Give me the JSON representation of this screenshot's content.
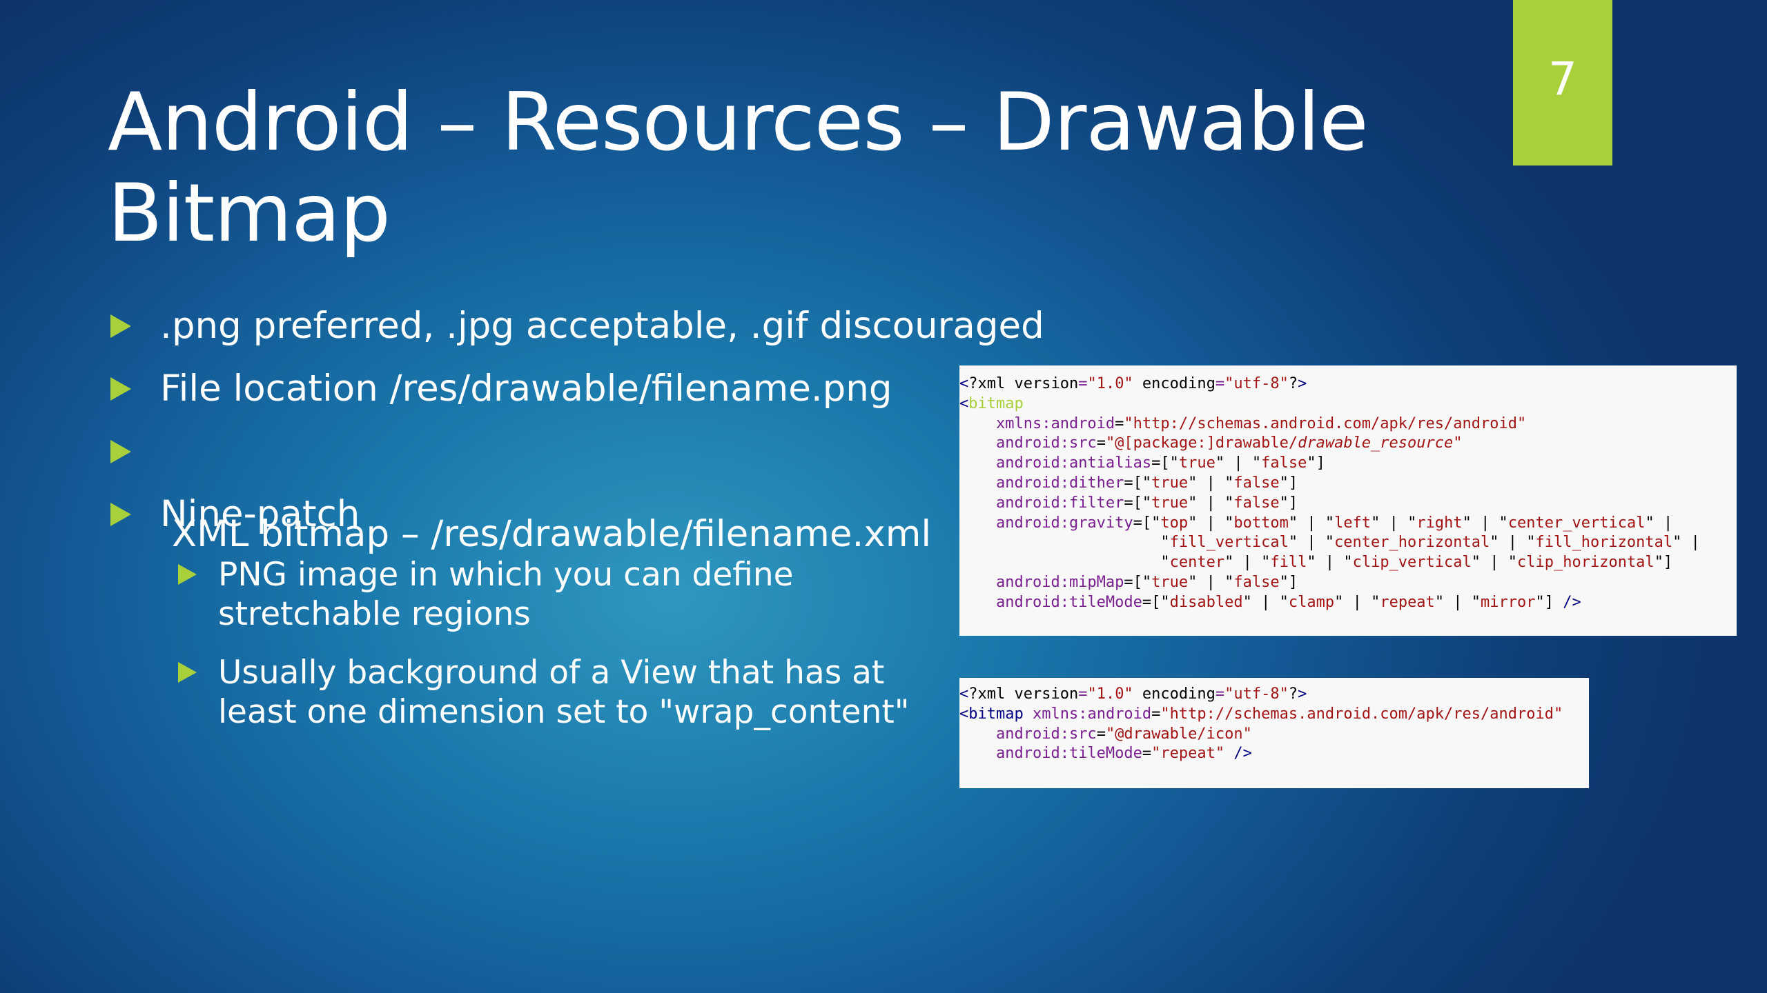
{
  "slide": {
    "page_number": "7",
    "title_lines": [
      "Android – Resources – Drawable",
      "Bitmap"
    ]
  },
  "bullets": [
    {
      "level": 1,
      "lines": [
        ".png preferred, .jpg acceptable, .gif discouraged"
      ]
    },
    {
      "level": 1,
      "lines": [
        "File location /res/drawable/filename.png"
      ]
    },
    {
      "level": 1,
      "lines": [
        " XML bitmap – /res/drawable/filename.xml"
      ]
    },
    {
      "level": 1,
      "lines": [
        "Nine-patch"
      ]
    },
    {
      "level": 2,
      "lines": [
        "PNG image in which you can define",
        "stretchable regions"
      ]
    },
    {
      "level": 2,
      "lines": [
        "Usually background of a View that has at",
        "least one dimension set to \"wrap_content\""
      ]
    }
  ],
  "code_snippets": [
    {
      "lines": [
        [
          [
            "ang",
            "<"
          ],
          [
            "punct",
            "?xml version"
          ],
          [
            "attr",
            "="
          ],
          [
            "str",
            "\"1.0\""
          ],
          [
            "punct",
            " encoding"
          ],
          [
            "attr",
            "="
          ],
          [
            "str",
            "\"utf-8\""
          ],
          [
            "punct",
            "?"
          ],
          [
            "ang",
            ">"
          ]
        ],
        [
          [
            "ang",
            "<"
          ],
          [
            "taghl",
            "bitmap"
          ]
        ],
        [
          [
            "punct",
            "    "
          ],
          [
            "attr",
            "xmlns:android"
          ],
          [
            "punct",
            "="
          ],
          [
            "str",
            "\"http://schemas.android.com/apk/res/android\""
          ]
        ],
        [
          [
            "punct",
            "    "
          ],
          [
            "attr",
            "android:src"
          ],
          [
            "punct",
            "="
          ],
          [
            "str",
            "\"@[package:]drawable/"
          ],
          [
            "ital",
            "drawable_resource"
          ],
          [
            "str",
            "\""
          ]
        ],
        [
          [
            "punct",
            "    "
          ],
          [
            "attr",
            "android:antialias"
          ],
          [
            "punct",
            "=[\""
          ],
          [
            "str",
            "true"
          ],
          [
            "punct",
            "\" | \""
          ],
          [
            "str",
            "false"
          ],
          [
            "punct",
            "\"]"
          ]
        ],
        [
          [
            "punct",
            "    "
          ],
          [
            "attr",
            "android:dither"
          ],
          [
            "punct",
            "=[\""
          ],
          [
            "str",
            "true"
          ],
          [
            "punct",
            "\" | \""
          ],
          [
            "str",
            "false"
          ],
          [
            "punct",
            "\"]"
          ]
        ],
        [
          [
            "punct",
            "    "
          ],
          [
            "attr",
            "android:filter"
          ],
          [
            "punct",
            "=[\""
          ],
          [
            "str",
            "true"
          ],
          [
            "punct",
            "\" | \""
          ],
          [
            "str",
            "false"
          ],
          [
            "punct",
            "\"]"
          ]
        ],
        [
          [
            "punct",
            "    "
          ],
          [
            "attr",
            "android:gravity"
          ],
          [
            "punct",
            "=[\""
          ],
          [
            "str",
            "top"
          ],
          [
            "punct",
            "\" | \""
          ],
          [
            "str",
            "bottom"
          ],
          [
            "punct",
            "\" | \""
          ],
          [
            "str",
            "left"
          ],
          [
            "punct",
            "\" | \""
          ],
          [
            "str",
            "right"
          ],
          [
            "punct",
            "\" | \""
          ],
          [
            "str",
            "center_vertical"
          ],
          [
            "punct",
            "\" |"
          ]
        ],
        [
          [
            "punct",
            "                      \""
          ],
          [
            "str",
            "fill_vertical"
          ],
          [
            "punct",
            "\" | \""
          ],
          [
            "str",
            "center_horizontal"
          ],
          [
            "punct",
            "\" | \""
          ],
          [
            "str",
            "fill_horizontal"
          ],
          [
            "punct",
            "\" |"
          ]
        ],
        [
          [
            "punct",
            "                      \""
          ],
          [
            "str",
            "center"
          ],
          [
            "punct",
            "\" | \""
          ],
          [
            "str",
            "fill"
          ],
          [
            "punct",
            "\" | \""
          ],
          [
            "str",
            "clip_vertical"
          ],
          [
            "punct",
            "\" | \""
          ],
          [
            "str",
            "clip_horizontal"
          ],
          [
            "punct",
            "\"]"
          ]
        ],
        [
          [
            "punct",
            "    "
          ],
          [
            "attr",
            "android:mipMap"
          ],
          [
            "punct",
            "=[\""
          ],
          [
            "str",
            "true"
          ],
          [
            "punct",
            "\" | \""
          ],
          [
            "str",
            "false"
          ],
          [
            "punct",
            "\"]"
          ]
        ],
        [
          [
            "punct",
            "    "
          ],
          [
            "attr",
            "android:tileMode"
          ],
          [
            "punct",
            "=[\""
          ],
          [
            "str",
            "disabled"
          ],
          [
            "punct",
            "\" | \""
          ],
          [
            "str",
            "clamp"
          ],
          [
            "punct",
            "\" | \""
          ],
          [
            "str",
            "repeat"
          ],
          [
            "punct",
            "\" | \""
          ],
          [
            "str",
            "mirror"
          ],
          [
            "punct",
            "\"] "
          ],
          [
            "ang",
            "/>"
          ]
        ]
      ]
    },
    {
      "lines": [
        [
          [
            "ang",
            "<"
          ],
          [
            "punct",
            "?xml version"
          ],
          [
            "attr",
            "="
          ],
          [
            "str",
            "\"1.0\""
          ],
          [
            "punct",
            " encoding"
          ],
          [
            "attr",
            "="
          ],
          [
            "str",
            "\"utf-8\""
          ],
          [
            "punct",
            "?"
          ],
          [
            "ang",
            ">"
          ]
        ],
        [
          [
            "ang",
            "<"
          ],
          [
            "tag",
            "bitmap"
          ],
          [
            "punct",
            " "
          ],
          [
            "attr",
            "xmlns:android"
          ],
          [
            "punct",
            "="
          ],
          [
            "str",
            "\"http://schemas.android.com/apk/res/android\""
          ]
        ],
        [
          [
            "punct",
            "    "
          ],
          [
            "attr",
            "android:src"
          ],
          [
            "punct",
            "="
          ],
          [
            "str",
            "\"@drawable/icon\""
          ]
        ],
        [
          [
            "punct",
            "    "
          ],
          [
            "attr",
            "android:tileMode"
          ],
          [
            "punct",
            "="
          ],
          [
            "str",
            "\"repeat\""
          ],
          [
            "punct",
            " "
          ],
          [
            "ang",
            "/>"
          ]
        ]
      ]
    }
  ],
  "colors": {
    "accent": "#a8d03a",
    "background_center": "#2f98c0",
    "background_edge": "#0d356c",
    "text": "#ffffff",
    "code_background": "#f8f8f8"
  }
}
